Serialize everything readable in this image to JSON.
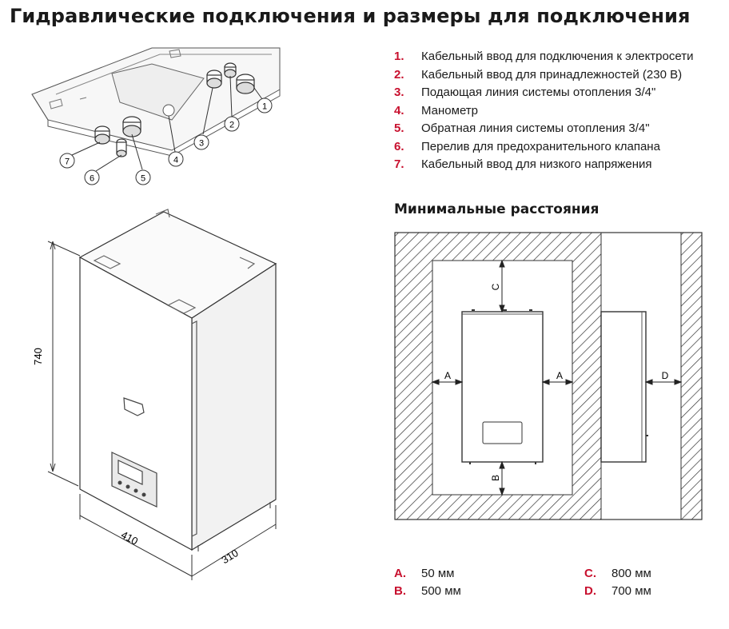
{
  "title": "Гидравлические подключения и размеры для подключения",
  "connections": [
    {
      "num": "1.",
      "text": "Кабельный ввод для подключения к электросети"
    },
    {
      "num": "2.",
      "text": "Кабельный ввод для принадлежностей (230 В)"
    },
    {
      "num": "3.",
      "text": "Подающая линия системы отопления 3/4\""
    },
    {
      "num": "4.",
      "text": "Манометр"
    },
    {
      "num": "5.",
      "text": "Обратная линия системы отопления 3/4\""
    },
    {
      "num": "6.",
      "text": "Перелив для предохранительного клапана"
    },
    {
      "num": "7.",
      "text": "Кабельный ввод для низкого напряжения"
    }
  ],
  "callouts": [
    "1",
    "2",
    "3",
    "4",
    "5",
    "6",
    "7"
  ],
  "dimensions": {
    "height": "740",
    "width": "410",
    "depth": "310"
  },
  "clearance_title": "Минимальные расстояния",
  "clearance_labels": {
    "a": "A",
    "b": "B",
    "c": "C",
    "d": "D"
  },
  "distances": [
    {
      "key": "A.",
      "value": "50 мм"
    },
    {
      "key": "B.",
      "value": "500 мм"
    },
    {
      "key": "C.",
      "value": "800 мм"
    },
    {
      "key": "D.",
      "value": "700 мм"
    }
  ],
  "colors": {
    "accent": "#c8102e",
    "line": "#222222",
    "hatch": "#333333"
  }
}
